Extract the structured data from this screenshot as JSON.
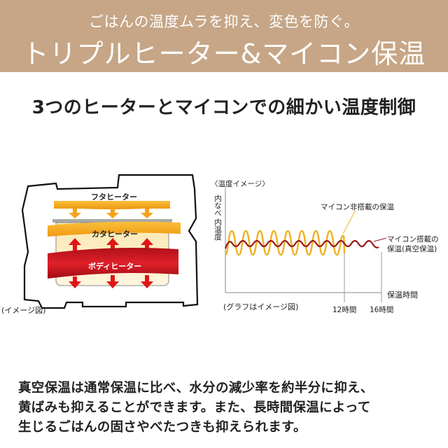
{
  "header": {
    "subtitle": "ごはんの温度ムラを抑え、変色を防ぐ。",
    "title": "トリプルヒーター&マイコン保温",
    "background_color": "#c6a686"
  },
  "headline": "3つのヒーターとマイコンでの細かい温度制御",
  "diagram": {
    "labels": {
      "lid_heater": "フタヒーター",
      "shoulder_heater": "カタヒーター",
      "body_heater": "ボディヒーター"
    },
    "caption": "(イメージ図)",
    "colors": {
      "lid": "#f5a81c",
      "shoulder": "#f39c12",
      "body": "#c8151b",
      "arrow_red": "#e01010"
    }
  },
  "graph": {
    "title": "〈温度イメージ〉",
    "y_label_line1": "内なべ",
    "y_label_line2": "内温度",
    "x_label": "保温時間",
    "caption": "(グラフはイメージ図)",
    "tick_12": "12時間",
    "tick_16": "16時間",
    "series_without_micom": "マイコン非搭載の保温",
    "series_with_micom_line1": "マイコン搭載の",
    "series_with_micom_line2": "保温(真空保温)",
    "colors": {
      "without": "#f0b323",
      "with": "#9b1b1b"
    }
  },
  "chart_data": {
    "type": "line",
    "title": "〈温度イメージ〉",
    "xlabel": "保温時間",
    "ylabel": "内なべ内温度",
    "x_ticks": [
      "12時間",
      "16時間"
    ],
    "series": [
      {
        "name": "マイコン非搭載の保温",
        "description": "large-amplitude temperature oscillation",
        "x_range_hours": [
          0,
          12
        ],
        "cycles": 12,
        "relative_amplitude": 1.0
      },
      {
        "name": "マイコン搭載の保温(真空保温)",
        "description": "small-amplitude temperature oscillation",
        "x_range_hours": [
          0,
          16
        ],
        "cycles": 16,
        "relative_amplitude": 0.35
      }
    ],
    "note": "(グラフはイメージ図)"
  },
  "body": {
    "lines": [
      "真空保温は通常保温に比べ、水分の減少率を約半分に抑え、",
      "黄ばみも抑えることができます。また、長時間保温によって",
      "生じるごはんの固さやべたつきも抑えられます。"
    ]
  }
}
